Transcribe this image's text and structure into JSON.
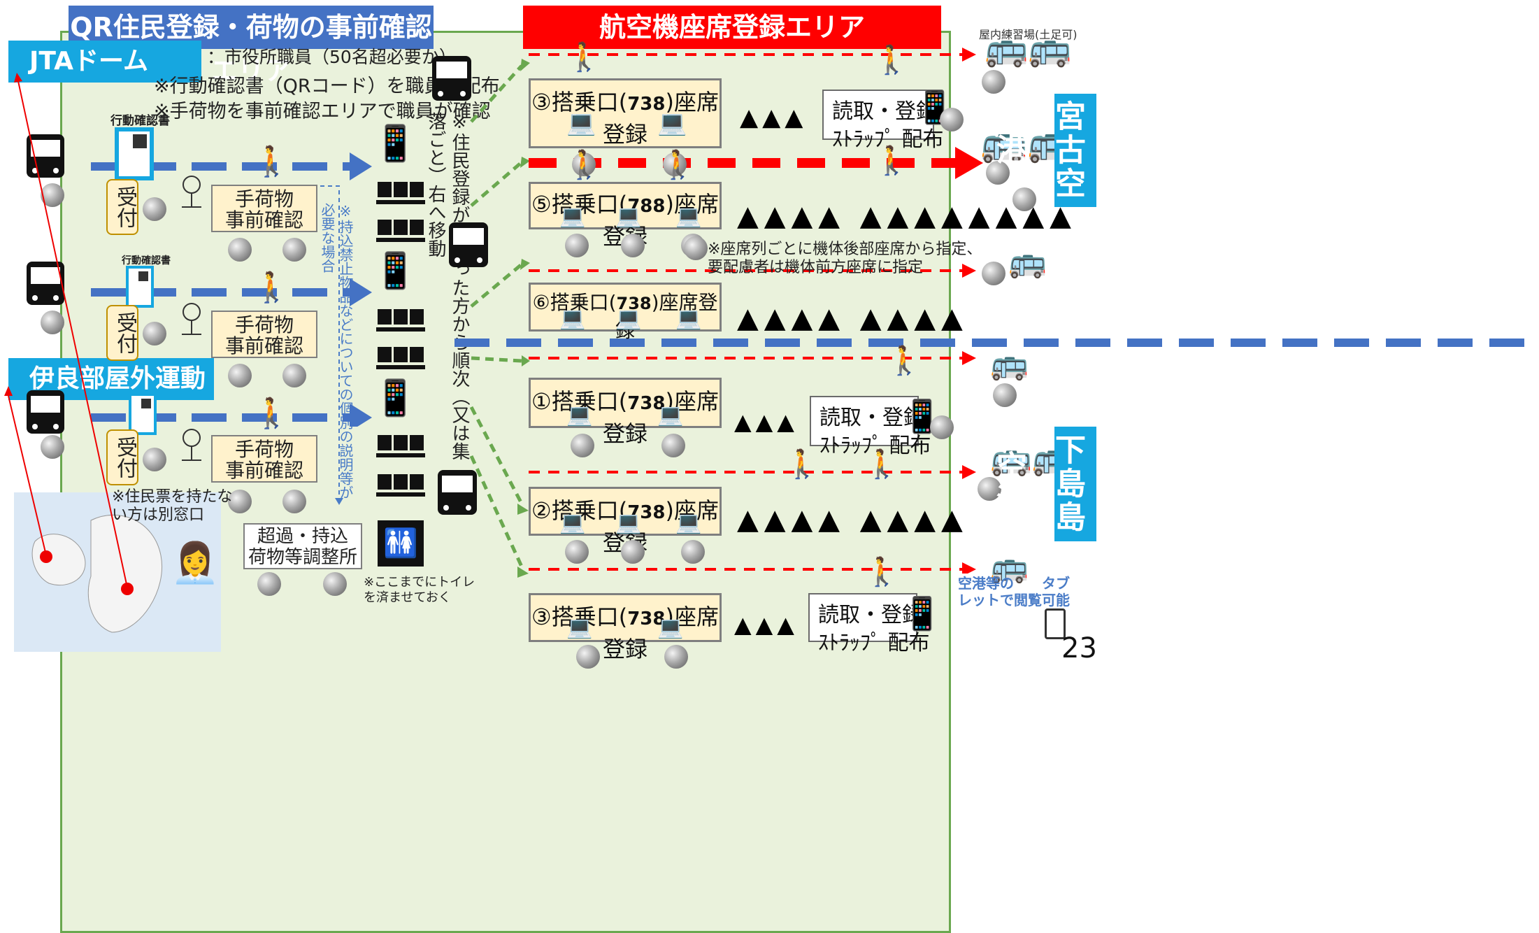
{
  "headers": {
    "qr_area": "QR住民登録・荷物の事前確認エリア",
    "seat_area": "航空機座席登録エリア",
    "jta": "JTAドーム",
    "irabu": "伊良部屋外運動場"
  },
  "notes": {
    "staff": "：市役所職員（50名超必要か）",
    "confirm_doc": "※行動確認書（QRコード）を職員が配布\n※手荷物を事前確認エリアで職員が確認",
    "indoor": "屋内練習場(土足可)",
    "move_order": "※住民登録が終わった方から順次（又は集落ごと）右へ移動",
    "prohibited": "※持込禁止物品などについての個別の説明等が必要な場合",
    "no_resident_card": "※住民票を持たな\nい方は別窓口",
    "toilet": "※ここまでにトイレ\nを済ませておく",
    "seat_order": "※座席列ごとに機体後部座席から指定、\n要配慮者は機体前方座席に指定",
    "tablet": "空港等の　　タブ\nレットで閲覧可能"
  },
  "doc_label": "行動確認書",
  "reception_label": "受付",
  "baggage_label": "手荷物\n事前確認",
  "adjust_label": "超過・持込\n荷物等調整所",
  "readers": [
    "読取・登録\nｽﾄﾗｯﾌﾟ 配布",
    "読取・登録\nｽﾄﾗｯﾌﾟ 配布",
    "読取・登録\nｽﾄﾗｯﾌﾟ 配布"
  ],
  "gates": [
    {
      "num": "③",
      "text": "搭乗口(",
      "code": "738",
      "rest": ")座席登録"
    },
    {
      "num": "⑤",
      "text": "搭乗口(",
      "code": "788",
      "rest": ")座席登録"
    },
    {
      "num": "⑥",
      "text": "搭乗口(",
      "code": "738",
      "rest": ")座席登録"
    },
    {
      "num": "①",
      "text": "搭乗口(",
      "code": "738",
      "rest": ")座席登録"
    },
    {
      "num": "②",
      "text": "搭乗口(",
      "code": "738",
      "rest": ")座席登録"
    },
    {
      "num": "③",
      "text": "搭乗口(",
      "code": "738",
      "rest": ")座席登録"
    }
  ],
  "airports": {
    "miyako": "宮古空港",
    "shimojishima": "下島島空港"
  },
  "page_number": "23",
  "colors": {
    "green_area": "#eaf2dc",
    "blue_header": "#4472c4",
    "red_header": "#ff0000",
    "cyan_tag": "#16a7e0",
    "gate_fill": "#fff2cc"
  }
}
